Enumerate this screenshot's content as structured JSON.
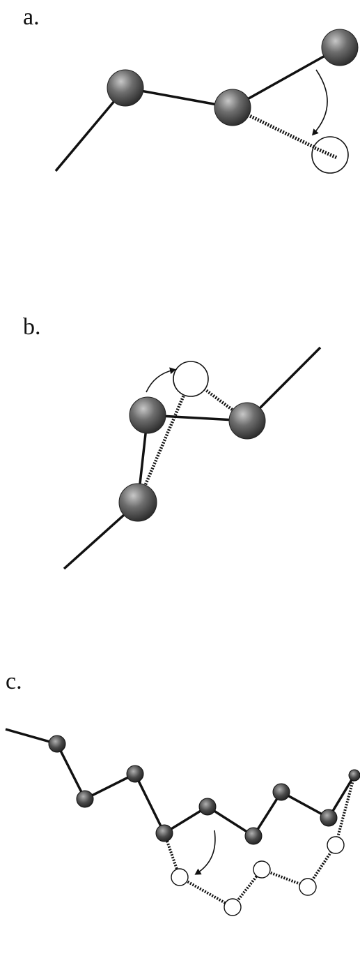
{
  "panels": {
    "a": {
      "label": "a."
    },
    "b": {
      "label": "b."
    },
    "c": {
      "label": "c."
    }
  },
  "colors": {
    "bond": "#111111",
    "bead_dark": "#3a3a3a",
    "bead_mid": "#7a7a7a",
    "bead_open": "#ffffff"
  }
}
